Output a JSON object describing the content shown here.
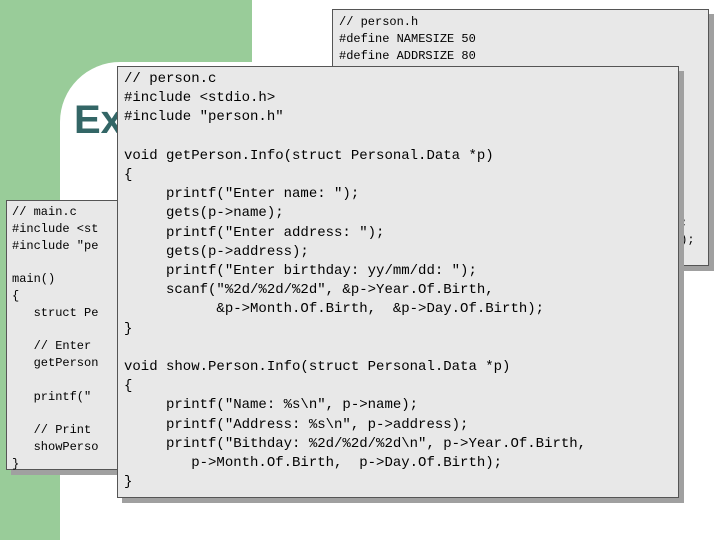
{
  "slide": {
    "title": "Ex"
  },
  "person_h": {
    "code": "// person.h\n#define NAMESIZE 50\n#define ADDRSIZE 80",
    "frag1": ");",
    "frag2": "\");"
  },
  "main_c": {
    "code": "// main.c\n#include <st\n#include \"pe\n\nmain()\n{\n   struct Pe\n\n   // Enter\n   getPerson\n\n   printf(\"\n\n   // Print\n   showPerso\n}"
  },
  "person_c": {
    "code": "// person.c\n#include <stdio.h>\n#include \"person.h\"\n\nvoid getPerson.Info(struct Personal.Data *p)\n{\n     printf(\"Enter name: \");\n     gets(p->name);\n     printf(\"Enter address: \");\n     gets(p->address);\n     printf(\"Enter birthday: yy/mm/dd: \");\n     scanf(\"%2d/%2d/%2d\", &p->Year.Of.Birth,\n           &p->Month.Of.Birth,  &p->Day.Of.Birth);\n}\n\nvoid show.Person.Info(struct Personal.Data *p)\n{\n     printf(\"Name: %s\\n\", p->name);\n     printf(\"Address: %s\\n\", p->address);\n     printf(\"Bithday: %2d/%2d/%2d\\n\", p->Year.Of.Birth,\n        p->Month.Of.Birth,  p->Day.Of.Birth);\n}"
  }
}
